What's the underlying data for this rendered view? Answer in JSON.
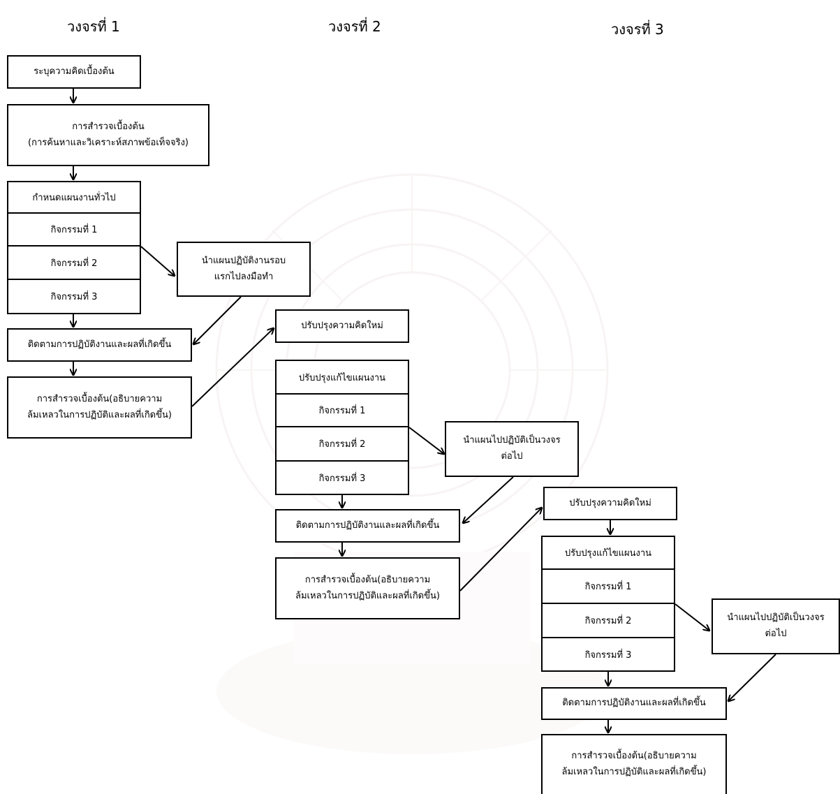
{
  "cycles": [
    {
      "title": "วงจรที่ 1",
      "step1": "ระบุความคิดเบื้องต้น",
      "survey_line1": "การสำรวจเบื้องต้น",
      "survey_line2": "(การค้นหาและวิเคราะห์สภาพข้อเท็จจริง)",
      "plan_header": "กำหนดแผนงานทั่วไป",
      "activities": [
        "กิจกรรมที่ 1",
        "กิจกรรมที่ 2",
        "กิจกรรมที่ 3"
      ],
      "action_line1": "นำแผนปฏิบัติงานรอบ",
      "action_line2": "แรกไปลงมือทำ",
      "monitor": "ติดตามการปฏิบัติงานและผลที่เกิดขึ้น",
      "eval_line1": "การสำรวจเบื้องต้น(อธิบายความ",
      "eval_line2": "ล้มเหลวในการปฏิบัติและผลที่เกิดขึ้น)"
    },
    {
      "title": "วงจรที่ 2",
      "step1": "ปรับปรุงความคิดใหม่",
      "plan_header": "ปรับปรุงแก้ไขแผนงาน",
      "activities": [
        "กิจกรรมที่ 1",
        "กิจกรรมที่ 2",
        "กิจกรรมที่ 3"
      ],
      "action_line1": "นำแผนไปปฏิบัติเป็นวงจร",
      "action_line2": "ต่อไป",
      "monitor": "ติดตามการปฏิบัติงานและผลที่เกิดขึ้น",
      "eval_line1": "การสำรวจเบื้องต้น(อธิบายความ",
      "eval_line2": "ล้มเหลวในการปฏิบัติและผลที่เกิดขึ้น)"
    },
    {
      "title": "วงจรที่ 3",
      "step1": "ปรับปรุงความคิดใหม่",
      "plan_header": "ปรับปรุงแก้ไขแผนงาน",
      "activities": [
        "กิจกรรมที่ 1",
        "กิจกรรมที่ 2",
        "กิจกรรมที่ 3"
      ],
      "action_line1": "นำแผนไปปฏิบัติเป็นวงจร",
      "action_line2": "ต่อไป",
      "monitor": "ติดตามการปฏิบัติงานและผลที่เกิดขึ้น",
      "eval_line1": "การสำรวจเบื้องต้น(อธิบายความ",
      "eval_line2": "ล้มเหลวในการปฏิบัติและผลที่เกิดขึ้น)"
    }
  ],
  "colors": {
    "line": "#000000",
    "background": "#ffffff",
    "watermark": "#c9a8a8"
  }
}
